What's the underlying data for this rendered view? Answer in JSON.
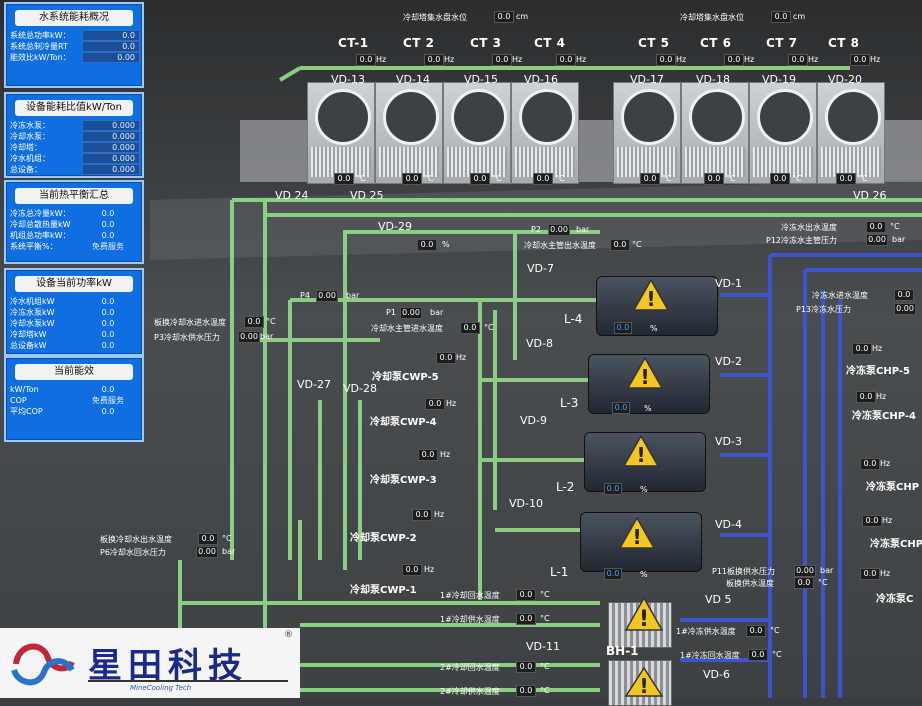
{
  "panels": {
    "p1": {
      "title": "水系统能耗概况",
      "rows": [
        {
          "label": "系统总功率kW：",
          "value": "0.0"
        },
        {
          "label": "系统总制冷量RT",
          "value": "0.0"
        },
        {
          "label": "能效比kW/Ton：",
          "value": "0.00"
        }
      ]
    },
    "p2": {
      "title": "设备能耗比值kW/Ton",
      "rows": [
        {
          "label": "冷冻水泵：",
          "value": "0.000"
        },
        {
          "label": "冷却水泵：",
          "value": "0.000"
        },
        {
          "label": "冷却塔：",
          "value": "0.000"
        },
        {
          "label": "冷水机组：",
          "value": "0.000"
        },
        {
          "label": "总设备：",
          "value": "0.000"
        }
      ]
    },
    "p3": {
      "title": "当前热平衡汇总",
      "rows": [
        {
          "label": "冷冻总冷量kW：",
          "value": "0.0"
        },
        {
          "label": "冷却总散热量kW",
          "value": "0.0"
        },
        {
          "label": "机组总功率kW：",
          "value": "0.0"
        },
        {
          "label": "系统平衡%：",
          "value": "免费服务"
        }
      ]
    },
    "p4": {
      "title": "设备当前功率kW",
      "rows": [
        {
          "label": "冷水机组kW",
          "value": "0.0"
        },
        {
          "label": "冷冻水泵kW",
          "value": "0.0"
        },
        {
          "label": "冷却水泵kW",
          "value": "0.0"
        },
        {
          "label": "冷却塔kW",
          "value": "0.0"
        },
        {
          "label": "总设备kW",
          "value": "0.0"
        }
      ]
    },
    "p5": {
      "title": "当前能效",
      "rows": [
        {
          "label": "kW/Ton",
          "value": "0.0"
        },
        {
          "label": "COP",
          "value": "免费服务"
        },
        {
          "label": "平均COP",
          "value": "0.0"
        }
      ]
    }
  },
  "top": {
    "cw_lvl1": "冷却塔集水盘水位",
    "cw_lvl2": "冷却塔集水盘水位",
    "unit_cm": "cm",
    "zero": "0.0"
  },
  "towers": {
    "ct": [
      "CT-1",
      "CT 2",
      "CT 3",
      "CT 4",
      "CT 5",
      "CT 6",
      "CT 7",
      "CT 8"
    ],
    "vd": [
      "VD-13",
      "VD-14",
      "VD-15",
      "VD-16",
      "VD-17",
      "VD-18",
      "VD-19",
      "VD-20"
    ],
    "hz": "Hz",
    "degc": "°C",
    "zero": "0.0"
  },
  "valves": {
    "vd24": "VD 24",
    "vd25": "VD 25",
    "vd26": "VD 26",
    "vd29": "VD-29",
    "vd7": "VD-7",
    "vd8": "VD-8",
    "vd9": "VD-9",
    "vd10": "VD-10",
    "vd27": "VD-27",
    "vd28": "VD-28",
    "vd1": "VD-1",
    "vd2": "VD-2",
    "vd3": "VD-3",
    "vd4": "VD-4",
    "vd5": "VD 5",
    "vd6": "VD-6",
    "vd11": "VD-11"
  },
  "chillers": {
    "l1": "L-1",
    "l2": "L-2",
    "l3": "L-3",
    "l4": "L-4",
    "bh1": "BH-1"
  },
  "pumps": {
    "cwp5": "冷却泵CWP-5",
    "cwp4": "冷却泵CWP-4",
    "cwp3": "冷却泵CWP-3",
    "cwp2": "冷却泵CWP-2",
    "cwp1": "冷却泵CWP-1",
    "chp5": "冷冻泵CHP-5",
    "chp4": "冷冻泵CHP-4",
    "chp3": "冷冻泵CHP",
    "chp2": "冷冻泵CHP",
    "chp1": "冷冻泵C"
  },
  "readings": {
    "p2": "P2",
    "p2v": "0.00",
    "bar": "bar",
    "cwmain": "冷却水主管出水温度",
    "p4": "P4",
    "p4v": "0.00",
    "p1": "P1",
    "p1v": "0.00",
    "cwsupply": "冷却水主管进水温度",
    "hx_in": "板换冷却水进水温度",
    "p3": "P3冷却水供水压力",
    "chw_out": "冷冻水出水温度",
    "p12": "P12冷冻水主管压力",
    "chw_in": "冷冻水进水温度",
    "p13": "P13冷冻水压力",
    "hx_out": "板换冷却水出水温度",
    "p6": "P6冷却水回水压力",
    "p11": "P11板换供水压力",
    "hx_sup": "板换供水温度",
    "c1r": "1#冷却回水温度",
    "c1s": "1#冷却供水温度",
    "d1s": "1#冷冻供水温度",
    "d1r": "1#冷冻回水温度",
    "c2r": "2#冷却回水温度",
    "c2s": "2#冷却供水温度",
    "zero": "0.0",
    "zero2": "0.00",
    "degc": "°C",
    "pct": "%",
    "hz": "Hz"
  },
  "logo": {
    "name": "星田科技",
    "sub": "MineCooling Tech",
    "reg": "®"
  }
}
